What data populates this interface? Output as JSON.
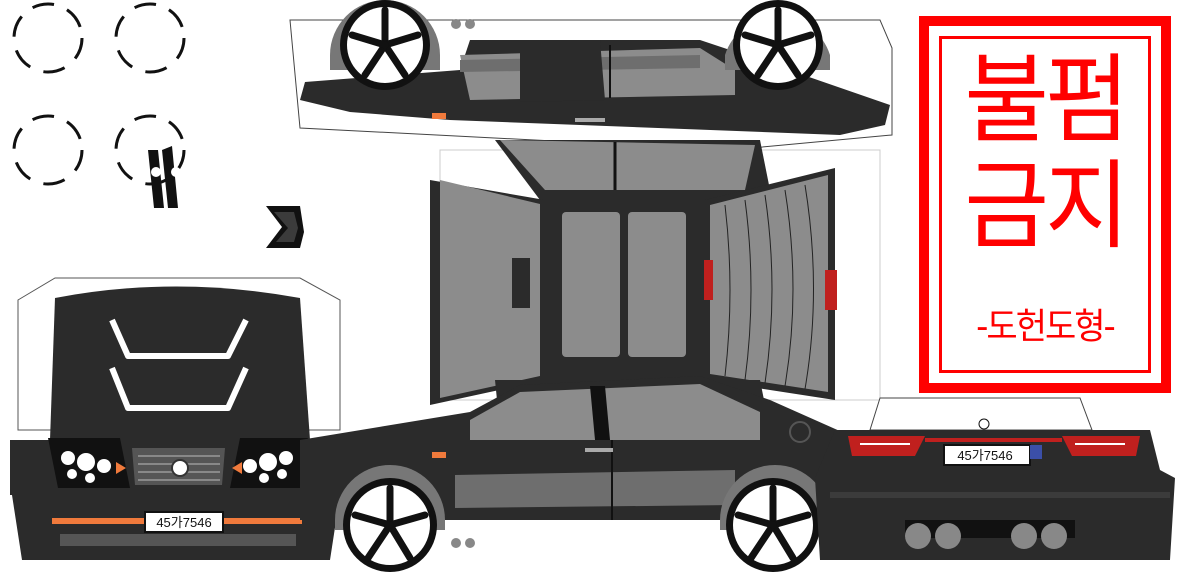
{
  "papercraft": {
    "plate_number": "45가7546",
    "colors": {
      "body": "#2b2b2b",
      "window": "#8c8c8c",
      "stripe": "#7a7a7a",
      "wheel": "#ffffff",
      "stamp": "#ff0000",
      "indicator": "#f07a3c",
      "taillight": "#c0201e"
    }
  },
  "stamp": {
    "line1": "불펌",
    "line2": "금지",
    "signature": "-도헌도형-"
  }
}
